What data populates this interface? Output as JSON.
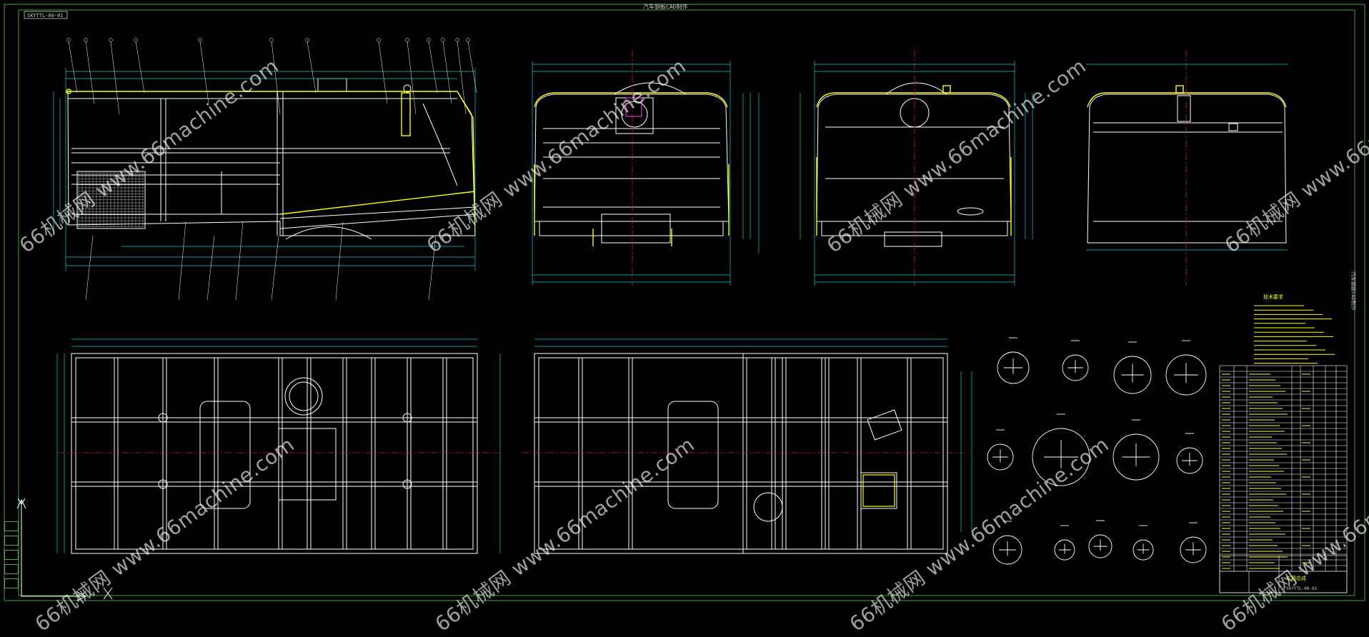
{
  "drawing": {
    "sheet_label_top": "汽车钢板CAD制作",
    "corner_tag": "SKYTTL-00-01",
    "side_tag": "汽车钢板CAD制作",
    "notes_title": "技术要求",
    "title_block_name": "车厢总成",
    "title_block_code": "SKYTTL-00-01"
  },
  "watermark": {
    "text": "66机械网 www.66machine.com"
  },
  "colors": {
    "background": "#000000",
    "outline": "#ffffff",
    "border": "#2e8b2e",
    "centerline": "#d21e1e",
    "dimension": "#00d0d0",
    "highlight": "#ffff00",
    "accent": "#ff40ff"
  }
}
